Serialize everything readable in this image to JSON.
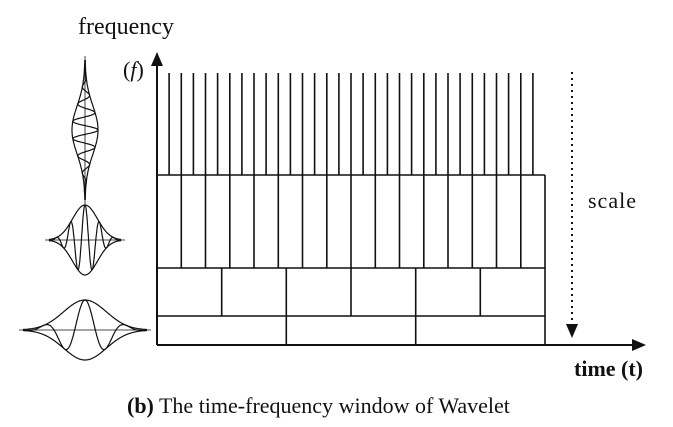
{
  "figure": {
    "y_axis_label": "frequency",
    "y_axis_symbol_open": "(",
    "y_axis_symbol": "f",
    "y_axis_symbol_close": ")",
    "x_axis_label": "time (t)",
    "scale_label": "scale",
    "caption_prefix": "(b)",
    "caption_text": " The time-frequency window of Wavelet"
  },
  "colors": {
    "ink": "#111111",
    "background": "#ffffff"
  },
  "tiling": {
    "rows": [
      {
        "name": "high-frequency",
        "columns": 32
      },
      {
        "name": "mid-high-frequency",
        "columns": 16
      },
      {
        "name": "mid-low-frequency",
        "columns": 6
      },
      {
        "name": "low-frequency",
        "columns": 3
      }
    ]
  },
  "wavelets": [
    {
      "name": "narrow-wavelet",
      "oscillations": 8
    },
    {
      "name": "medium-wavelet",
      "oscillations": 5
    },
    {
      "name": "wide-wavelet",
      "oscillations": 3
    }
  ]
}
